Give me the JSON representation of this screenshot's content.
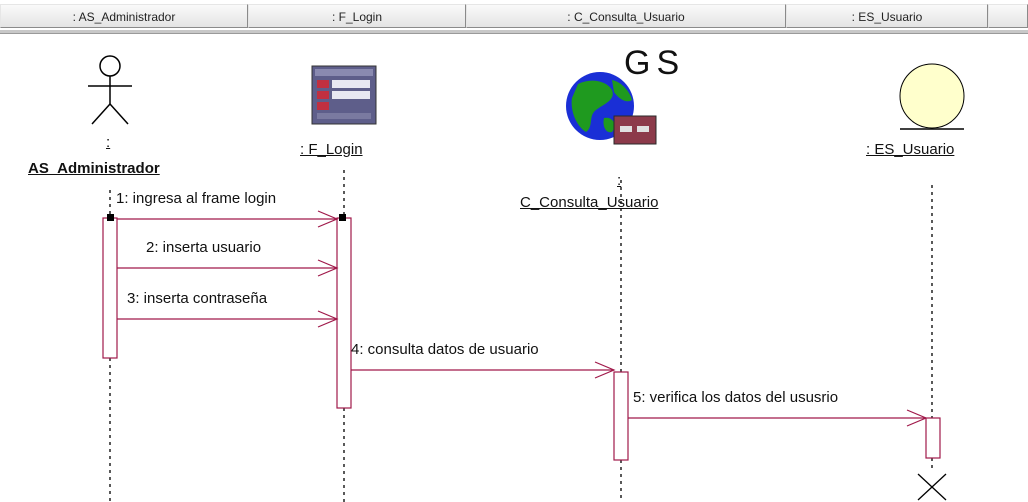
{
  "header": {
    "columns": [
      ": AS_Administrador",
      ": F_Login",
      ": C_Consulta_Usuario",
      ": ES_Usuario"
    ]
  },
  "objects": {
    "actor": {
      "colon": ":",
      "name": "AS_Administrador",
      "icon": "actor-icon"
    },
    "form": {
      "name": ": F_Login",
      "icon": "form-icon"
    },
    "control": {
      "colon": ":",
      "name": "C_Consulta_Usuario",
      "badge": "GS",
      "icon": "globe-icon"
    },
    "entity": {
      "name": ": ES_Usuario",
      "icon": "entity-icon"
    }
  },
  "messages": [
    {
      "label": "1: ingresa al frame login"
    },
    {
      "label": "2: inserta usuario"
    },
    {
      "label": "3: inserta contraseña"
    },
    {
      "label": "4: consulta datos de usuario"
    },
    {
      "label": "5: verifica los datos del ususrio"
    }
  ],
  "colors": {
    "message_line": "#a0194a",
    "lifeline": "#000000",
    "entity_fill": "#ffffcc"
  }
}
